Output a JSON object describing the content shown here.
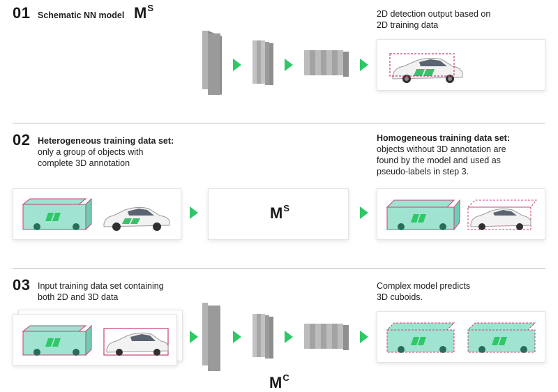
{
  "section1": {
    "number": "01",
    "title": "Schematic NN model",
    "model_base": "M",
    "model_sup": "S",
    "output_line1": "2D detection output based on",
    "output_line2": "2D training data"
  },
  "section2": {
    "number": "02",
    "left_title": "Heterogeneous training data set:",
    "left_line1": "only a group of objects with",
    "left_line2": "complete 3D annotation",
    "right_title": "Homogeneous training data set:",
    "right_line1": "objects without 3D annotation are",
    "right_line2": "found by the model and used as",
    "right_line3": "pseudo-labels in step 3.",
    "model_base": "M",
    "model_sup": "S"
  },
  "section3": {
    "number": "03",
    "left_line1": "Input training data set containing",
    "left_line2": "both 2D and 3D data",
    "right_line1": "Complex model predicts",
    "right_line2": "3D cuboids.",
    "model_base": "M",
    "model_sup": "C"
  },
  "colors": {
    "arrow": "#2ec866",
    "box_2d": "#c8407a",
    "cuboid_fill": "#7fd9c0",
    "layer_gray": "#a9a9a9"
  },
  "icons": [
    "car-illustration",
    "green-arrow",
    "nn-layer-block"
  ]
}
